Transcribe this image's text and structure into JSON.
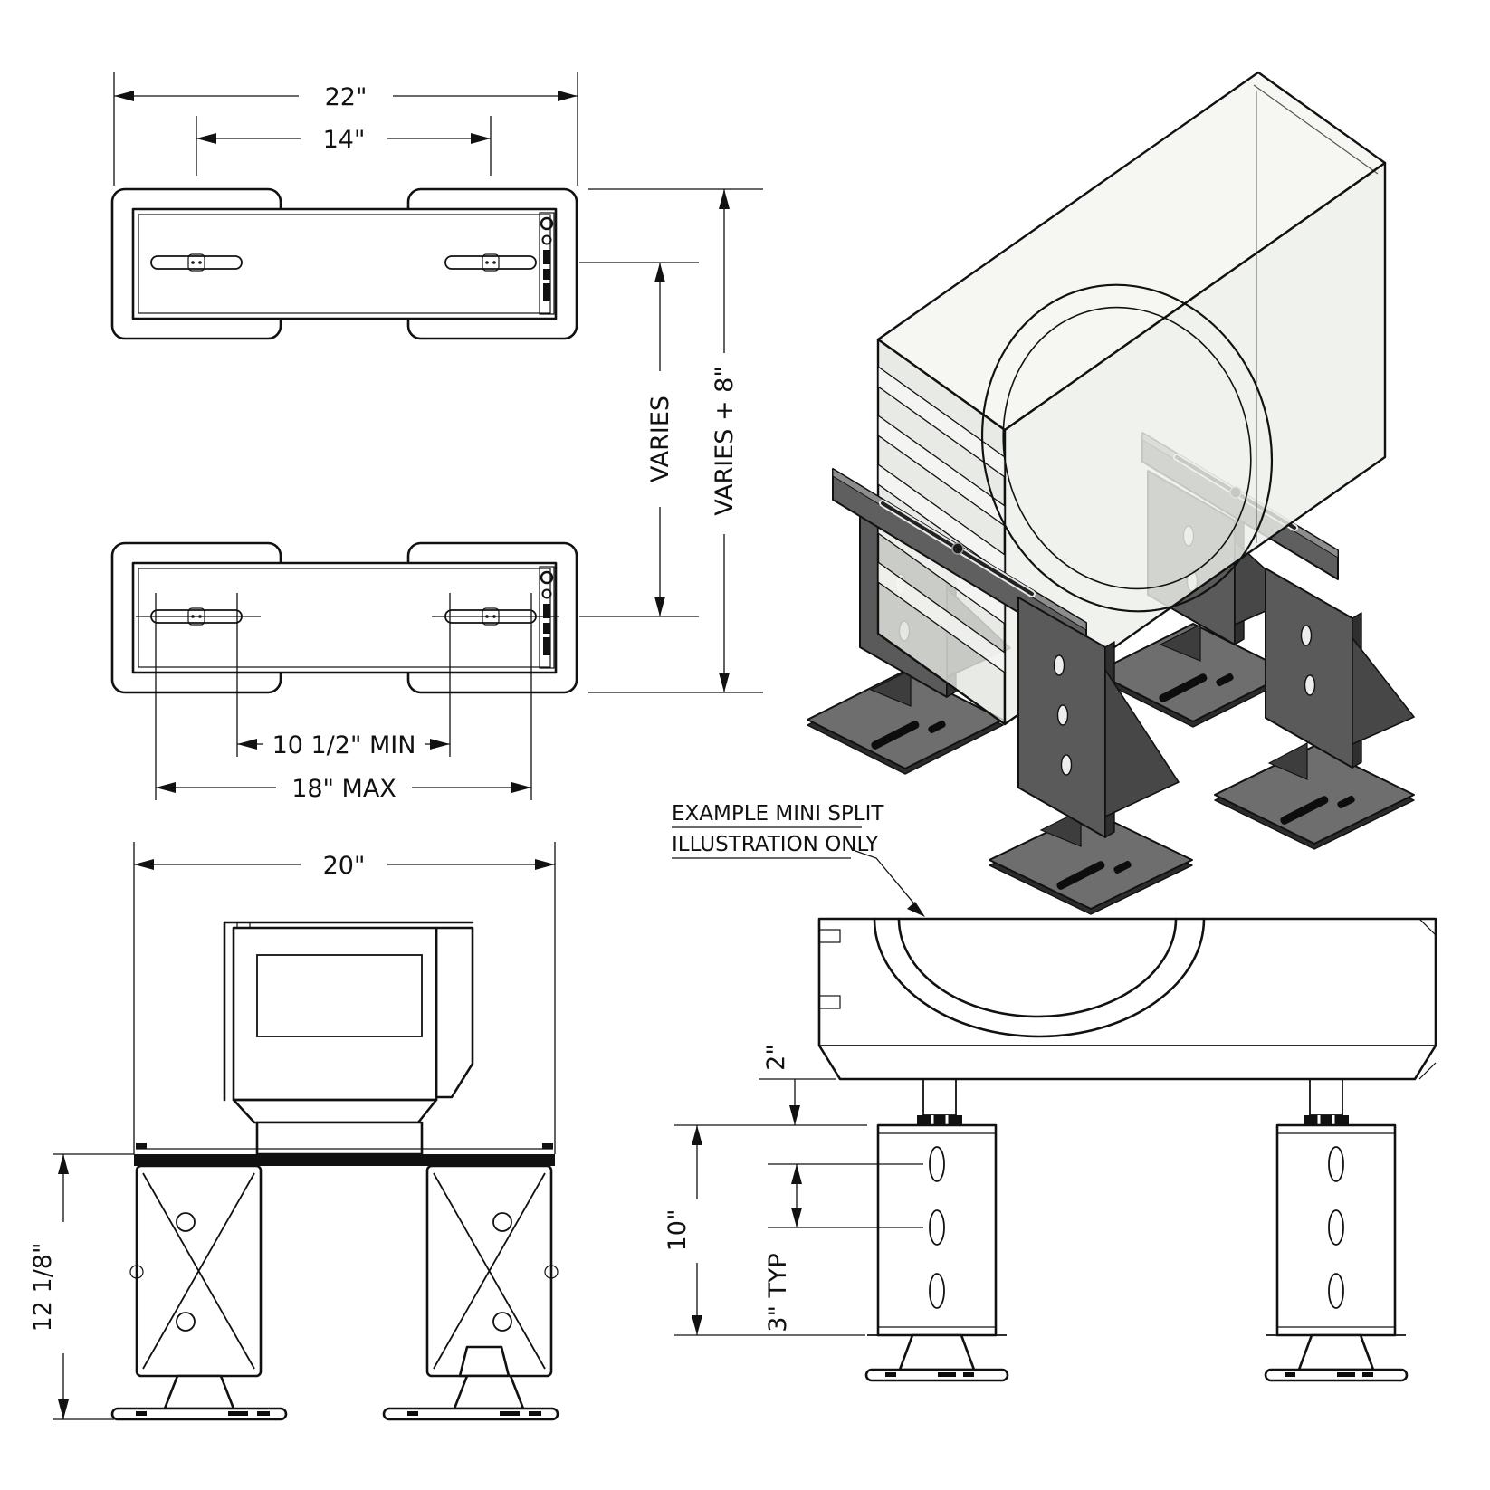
{
  "views": {
    "top_upper": {
      "dim_overall": "22\"",
      "dim_bolt_spacing": "14\""
    },
    "top_lower": {
      "dim_min": "10 1/2\" MIN",
      "dim_max": "18\" MAX"
    },
    "vertical": {
      "dim_inner": "VARIES",
      "dim_outer": "VARIES + 8\""
    },
    "front": {
      "dim_width": "20\"",
      "dim_height": "12 1/8\""
    },
    "side": {
      "callout_line1": "EXAMPLE MINI SPLIT",
      "callout_line2": "ILLUSTRATION ONLY",
      "dim_gap": "2\"",
      "dim_leg_height": "10\"",
      "dim_slot_spacing": "3\" TYP"
    }
  },
  "colors": {
    "line": "#111111",
    "stand_gray": "#5a5a5a",
    "pad_gray": "#6e6e6e",
    "unit_face": "#edefe9",
    "background": "#ffffff"
  }
}
